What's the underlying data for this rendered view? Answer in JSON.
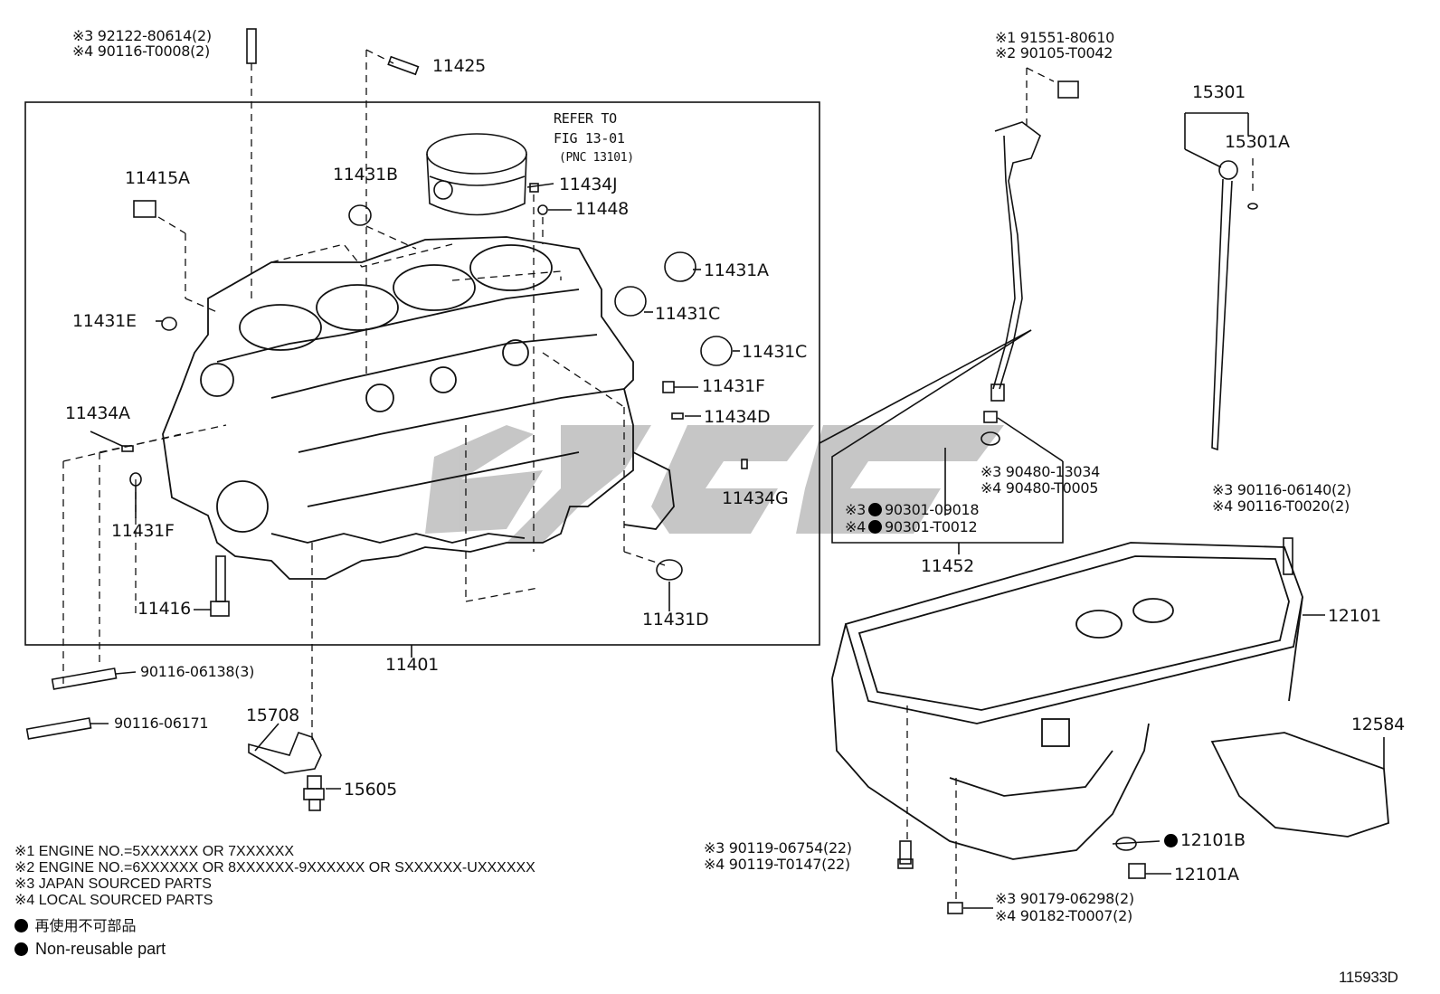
{
  "labels": {
    "p92122_j": "※3 92122-80614(2)",
    "p90116_l": "※4 90116-T0008(2)",
    "p11425": "11425",
    "refer1": "REFER TO",
    "refer2": "FIG 13-01",
    "refer3": "(PNC 13101)",
    "p11434J": "11434J",
    "p11448": "11448",
    "p11415A": "11415A",
    "p11431B": "11431B",
    "p11431A": "11431A",
    "p11431C_1": "11431C",
    "p11431C_2": "11431C",
    "p11431E": "11431E",
    "p11431F_1": "11431F",
    "p11434D": "11434D",
    "p11434A": "11434A",
    "p11434G": "11434G",
    "p11431F_2": "11431F",
    "p11416": "11416",
    "p11431D": "11431D",
    "p11401": "11401",
    "p90116_06138": "90116-06138(3)",
    "p90116_06171": "90116-06171",
    "p15708": "15708",
    "p15605": "15605",
    "p91551": "※1 91551-80610",
    "p90105": "※2 90105-T0042",
    "p15301": "15301",
    "p15301A": "15301A",
    "p90480_j": "※3 90480-13034",
    "p90480_l": "※4 90480-T0005",
    "p90301_j": "90301-09018",
    "p90301_l": "90301-T0012",
    "p90301_j_pre": "※3",
    "p90301_l_pre": "※4",
    "p11452": "11452",
    "p90116_06140": "※3 90116-06140(2)",
    "p90116_T0020": "※4 90116-T0020(2)",
    "p12101": "12101",
    "p12584": "12584",
    "p90119_j": "※3 90119-06754(22)",
    "p90119_l": "※4 90119-T0147(22)",
    "p12101B": "12101B",
    "p12101A": "12101A",
    "p90179": "※3 90179-06298(2)",
    "p90182": "※4 90182-T0007(2)"
  },
  "notes": {
    "n1": "※1 ENGINE NO.=5XXXXXX OR 7XXXXXX",
    "n2": "※2 ENGINE NO.=6XXXXXX OR 8XXXXXX-9XXXXXX OR SXXXXXX-UXXXXXX",
    "n3": "※3 JAPAN SOURCED PARTS",
    "n4": "※4 LOCAL SOURCED PARTS",
    "legend_jp": "再使用不可部品",
    "legend_en": "Non-reusable part"
  },
  "figure_id": "115933D",
  "colors": {
    "line": "#111111",
    "watermark": "#b9b9b9"
  }
}
